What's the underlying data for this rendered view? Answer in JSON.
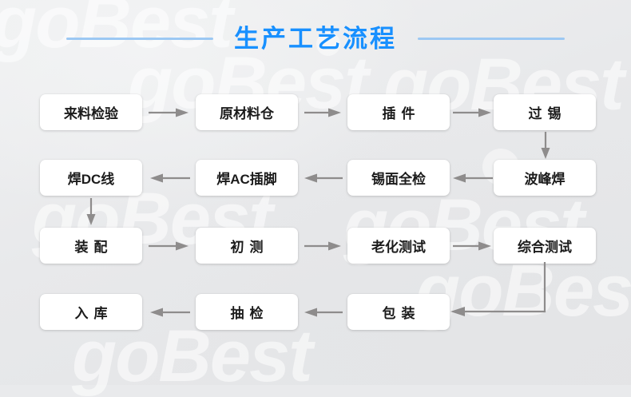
{
  "page": {
    "title": "生产工艺流程",
    "accent_color": "#1890ff",
    "rule_color": "#9cc8f3",
    "arrow_color": "#8e8c8c",
    "box_bg": "#ffffff",
    "box_text_color": "#1b1b1b",
    "background_color": "#e9eaec",
    "watermark_text": "goBest"
  },
  "flow": {
    "rows": [
      {
        "direction": "left-to-right",
        "steps": [
          {
            "label": "来料检验",
            "spaced": false
          },
          {
            "label": "原材料仓",
            "spaced": false
          },
          {
            "label": "插件",
            "spaced": true
          },
          {
            "label": "过锡",
            "spaced": true
          }
        ]
      },
      {
        "direction": "right-to-left",
        "steps": [
          {
            "label": "焊DC线",
            "spaced": false
          },
          {
            "label": "焊AC插脚",
            "spaced": false
          },
          {
            "label": "锡面全检",
            "spaced": false
          },
          {
            "label": "波峰焊",
            "spaced": false
          }
        ]
      },
      {
        "direction": "left-to-right",
        "steps": [
          {
            "label": "装配",
            "spaced": true
          },
          {
            "label": "初测",
            "spaced": true
          },
          {
            "label": "老化测试",
            "spaced": false
          },
          {
            "label": "综合测试",
            "spaced": false
          }
        ]
      },
      {
        "direction": "right-to-left",
        "steps": [
          {
            "label": "入库",
            "spaced": true
          },
          {
            "label": "抽检",
            "spaced": true
          },
          {
            "label": "包装",
            "spaced": true
          }
        ]
      }
    ],
    "connectors": [
      {
        "name": "arrow-down-guoxi-to-bofenghan",
        "from": "过锡",
        "to": "波峰焊",
        "type": "vertical-down"
      },
      {
        "name": "arrow-down-handcline-to-zhuangpei",
        "from": "焊DC线",
        "to": "装配",
        "type": "vertical-down"
      },
      {
        "name": "arrow-elbow-zonghaceshi-to-baozhuang",
        "from": "综合测试",
        "to": "包装",
        "type": "elbow-down-left"
      }
    ]
  }
}
